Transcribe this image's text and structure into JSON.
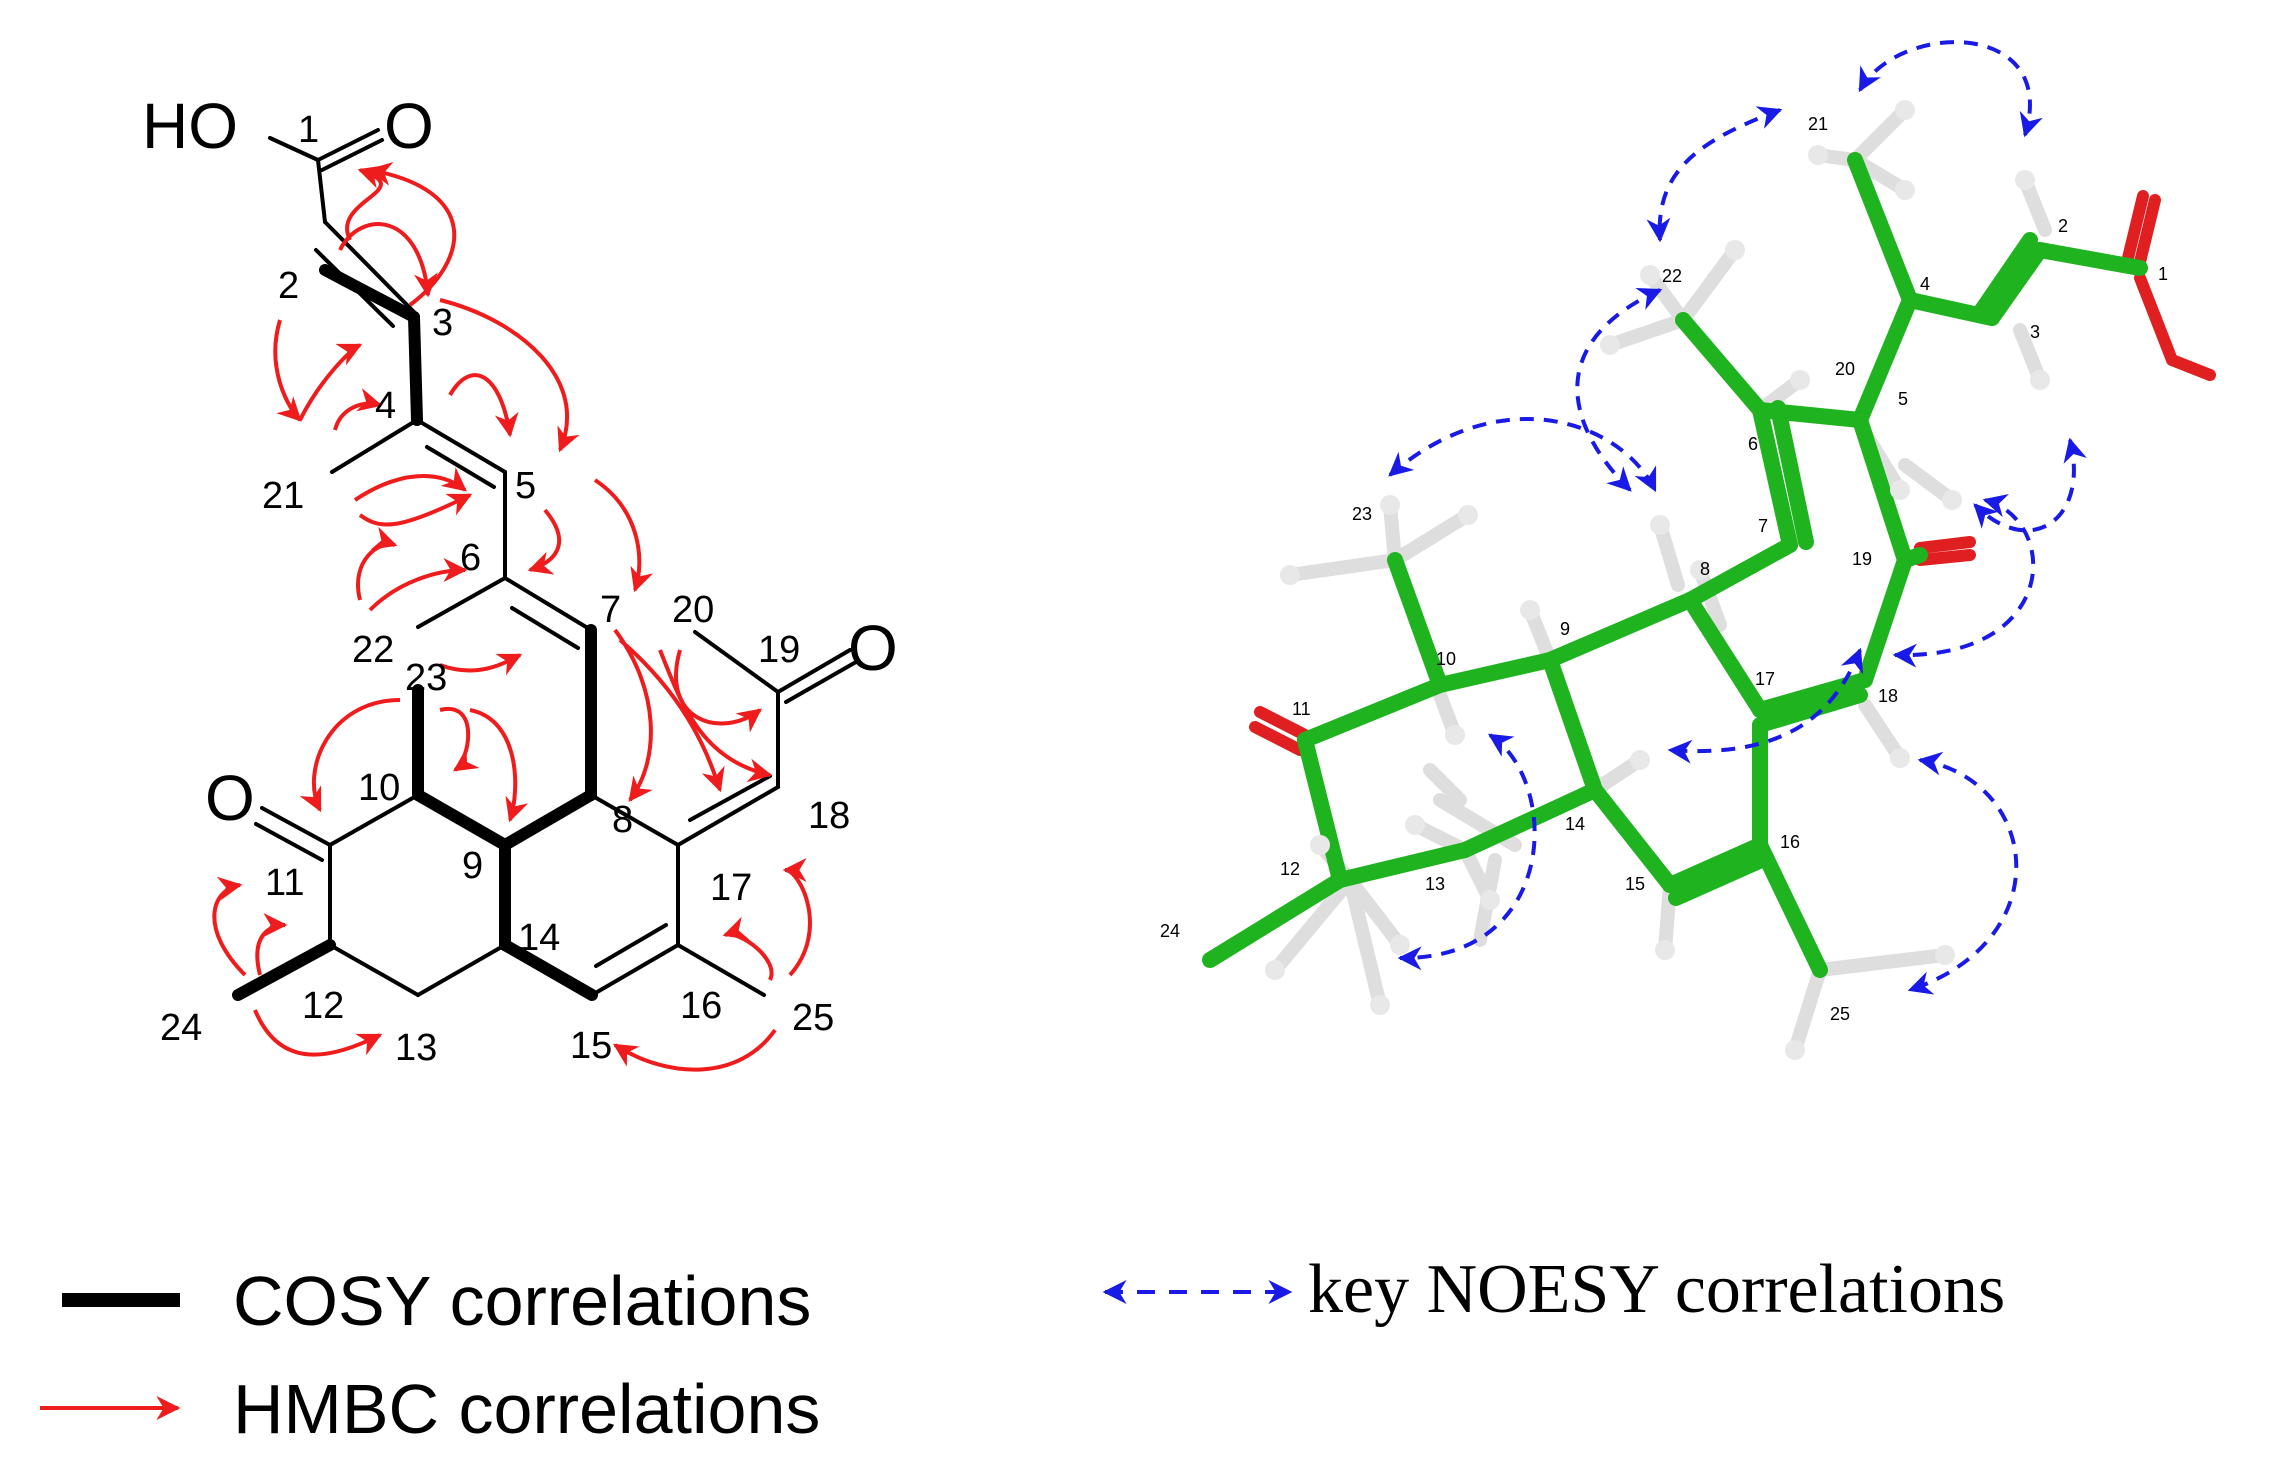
{
  "structure_2d": {
    "groups": {
      "hydroxyl": "HO",
      "carbonyl_o1": "O",
      "carbonyl_o19": "O",
      "carbonyl_o11": "O"
    },
    "atoms": [
      "1",
      "2",
      "3",
      "4",
      "5",
      "6",
      "7",
      "8",
      "9",
      "10",
      "11",
      "12",
      "13",
      "14",
      "15",
      "16",
      "17",
      "18",
      "19",
      "20",
      "21",
      "22",
      "23",
      "24",
      "25"
    ]
  },
  "model_3d": {
    "atoms": [
      "1",
      "2",
      "3",
      "4",
      "5",
      "6",
      "7",
      "8",
      "9",
      "10",
      "11",
      "12",
      "13",
      "14",
      "15",
      "16",
      "17",
      "18",
      "19",
      "20",
      "21",
      "22",
      "23",
      "24",
      "25"
    ],
    "colors": {
      "carbon": "#1fb31f",
      "hydrogen": "#e8e8e8",
      "oxygen": "#e02020"
    }
  },
  "legend": {
    "cosy": "COSY correlations",
    "hmbc": "HMBC correlations",
    "noesy": "key NOESY correlations"
  },
  "colors": {
    "cosy": "#000000",
    "hmbc": "#ee1c1c",
    "noesy": "#1a1ae6"
  }
}
